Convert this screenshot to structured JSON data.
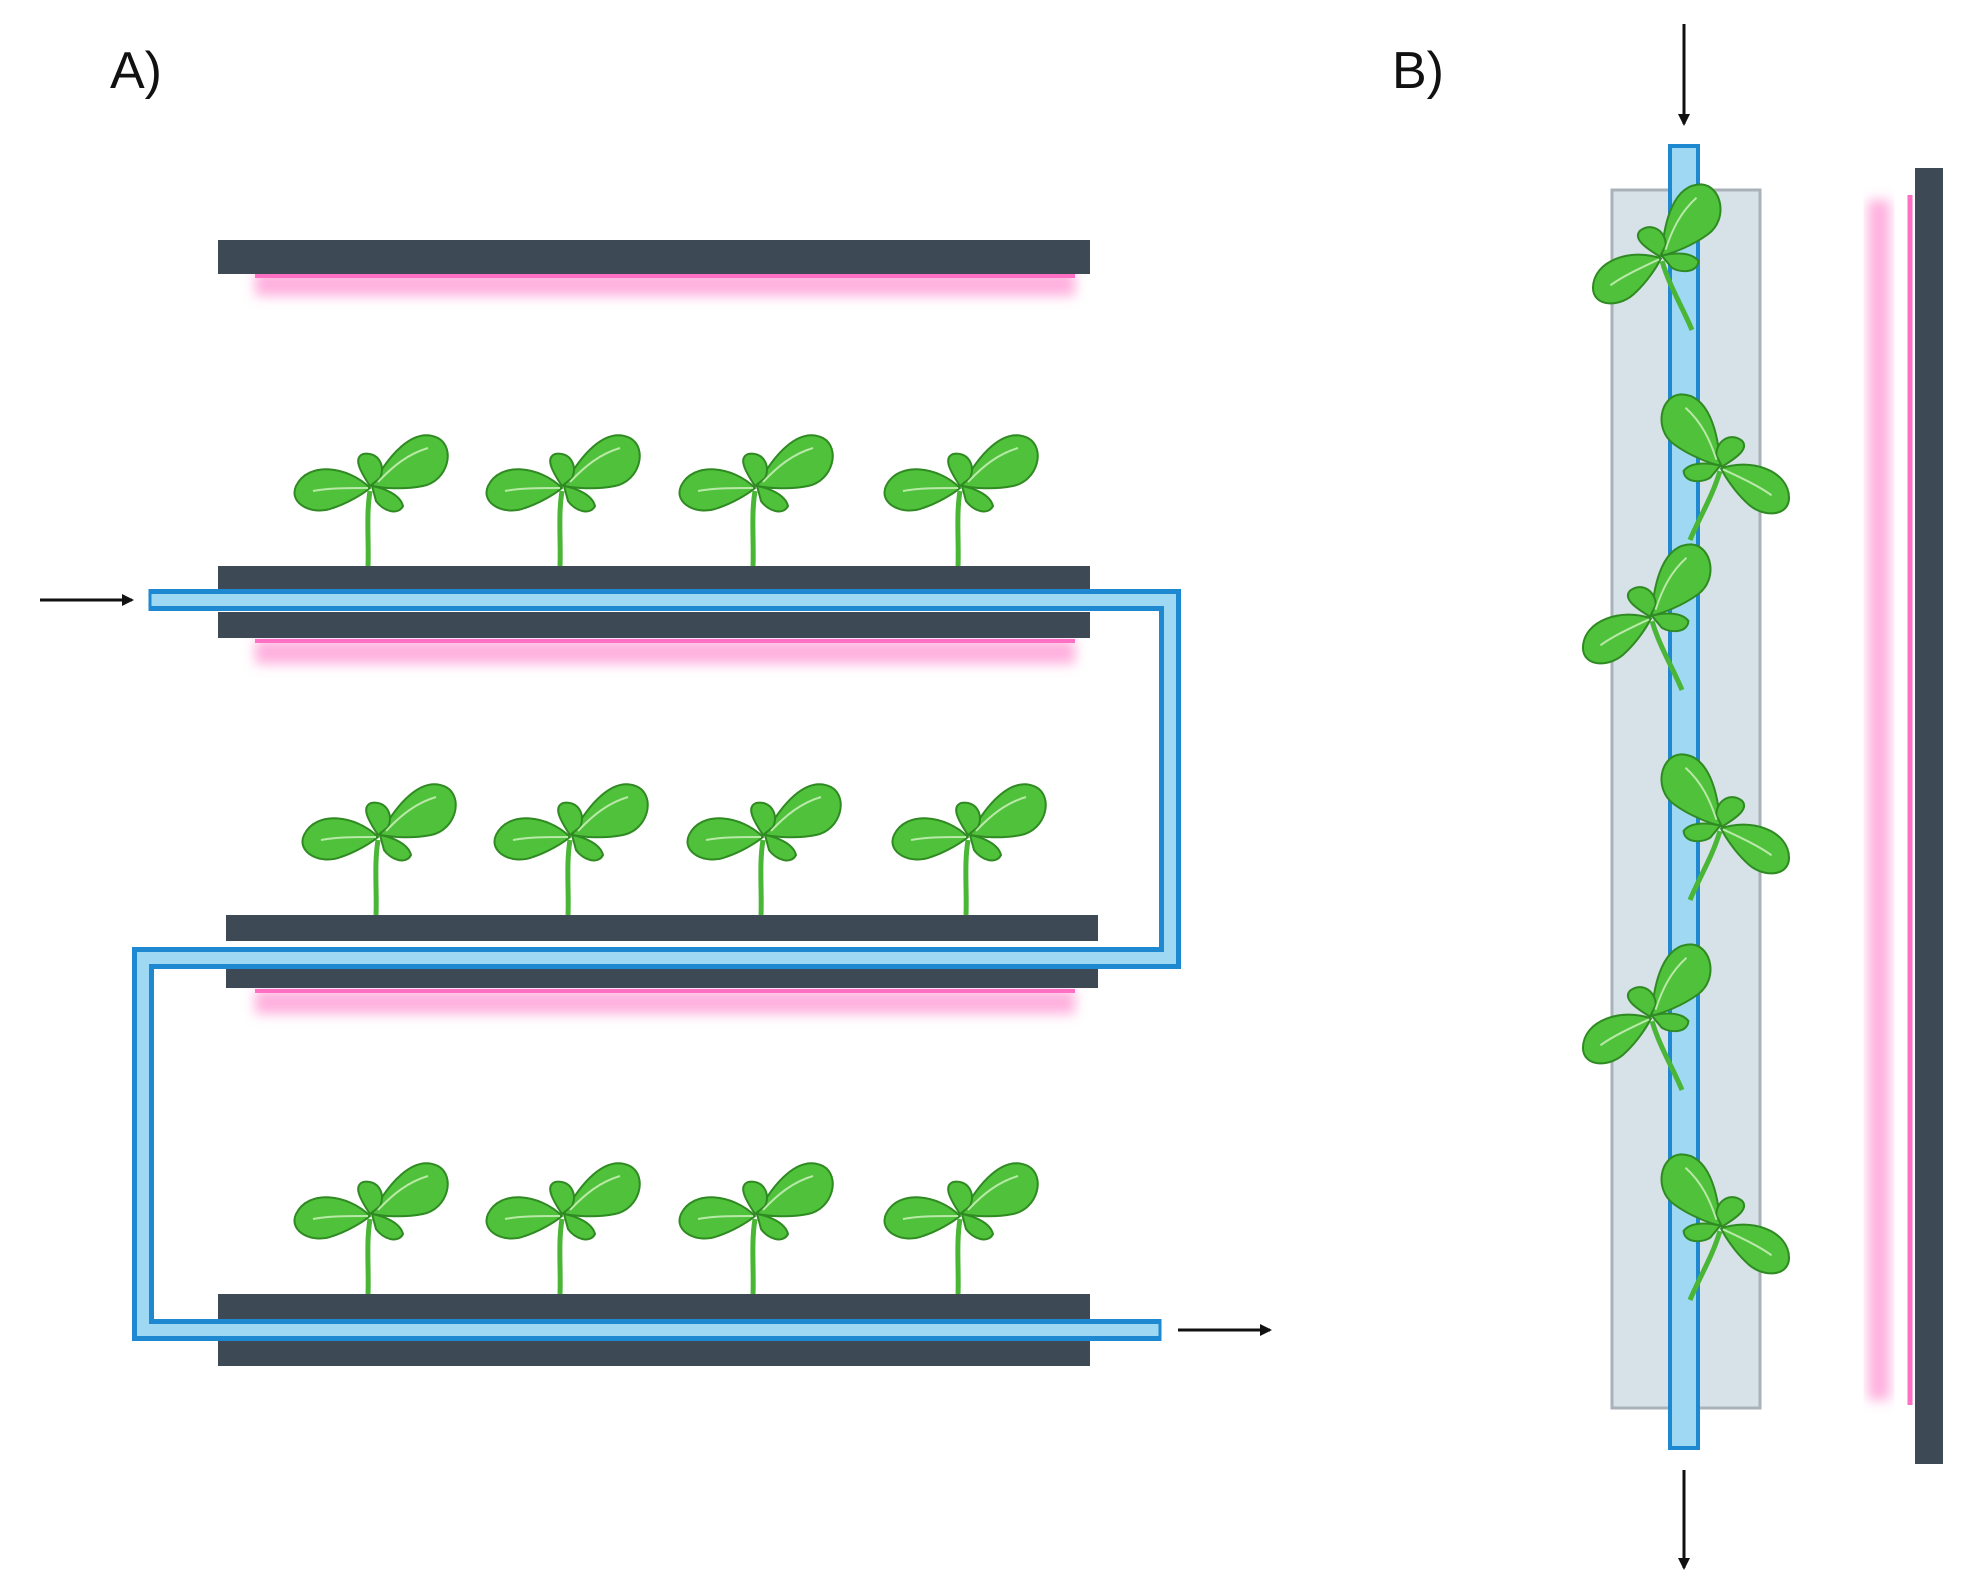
{
  "panels": [
    {
      "id": "A",
      "label": "A)"
    },
    {
      "id": "B",
      "label": "B)"
    }
  ],
  "colors": {
    "shelf": "#3d4a55",
    "light_glow": "#ff6fc3",
    "pipe_fill": "#9fd8f2",
    "pipe_stroke": "#1e88d0",
    "plant_leaf": "#4fc13a",
    "plant_leaf_stroke": "#2f8a22",
    "plant_stem": "#49b636",
    "tower_fill": "#d6e1e8",
    "tower_stroke": "#a9b2b8",
    "arrow": "#111111"
  },
  "icons": {
    "plant": "seedling-icon",
    "flow_arrow": "arrow-icon",
    "grow_light": "grow-light-icon"
  },
  "panel_a": {
    "tiers_with_plants": 3,
    "plants_per_tier": 4,
    "lights": 3
  },
  "panel_b": {
    "plants": 6,
    "lights": 1
  }
}
